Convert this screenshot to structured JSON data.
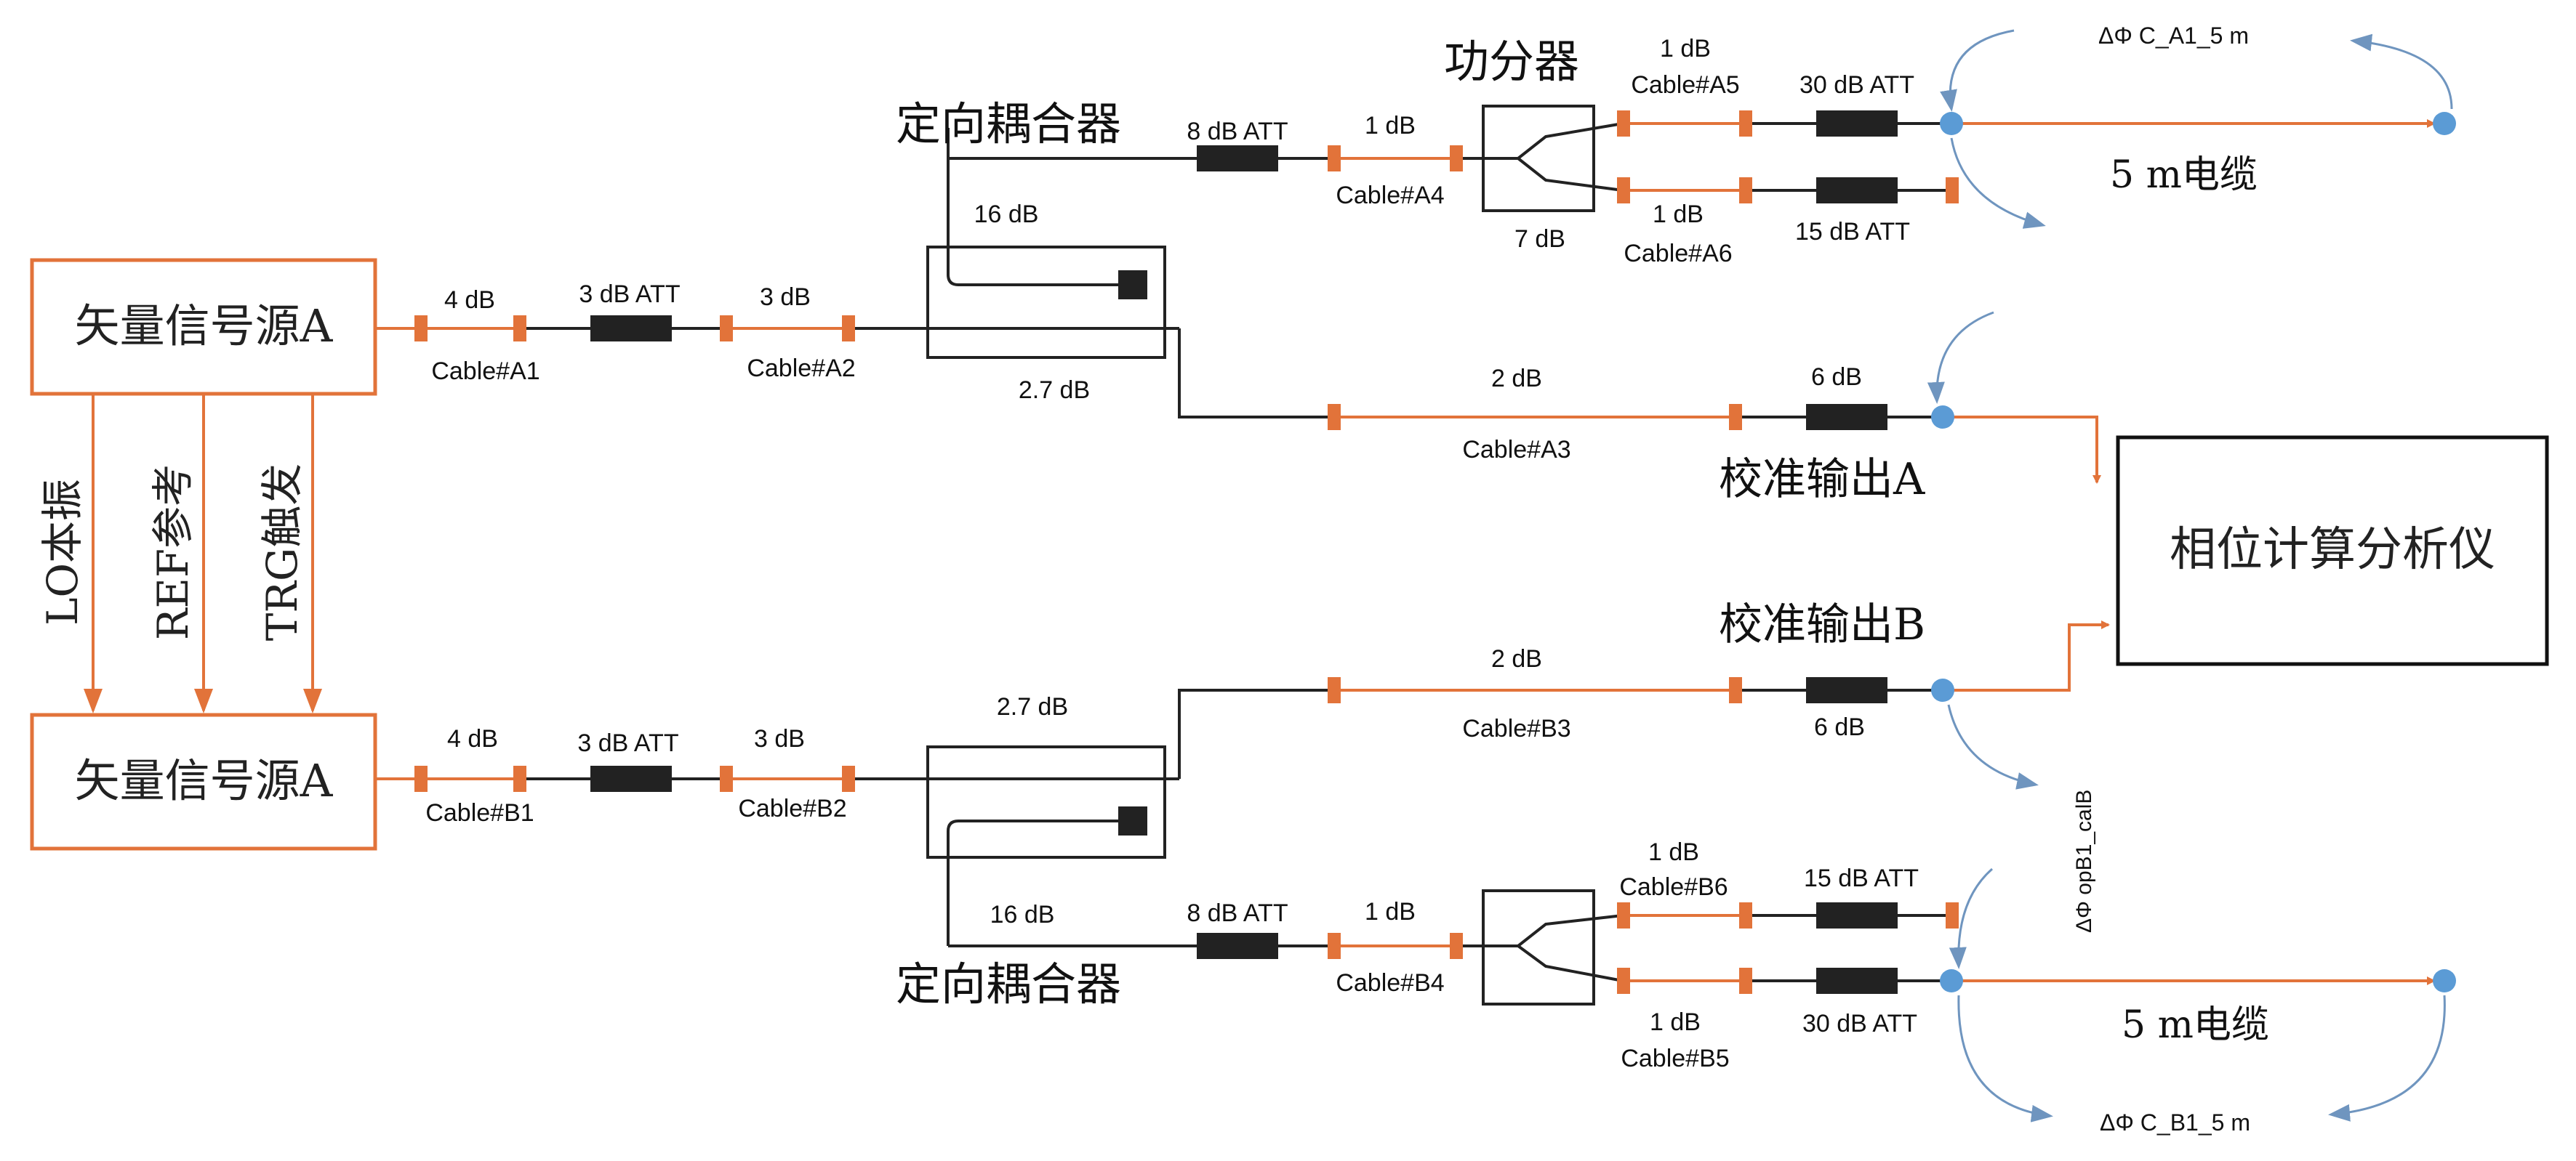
{
  "colors": {
    "orange": "#E2733A",
    "black": "#222222",
    "blue": "#5B9BD5",
    "arrow": "#6F95BF",
    "text": "#111111"
  },
  "instruments": {
    "source_a": "矢量信号源A",
    "source_b": "矢量信号源A",
    "analyzer": "相位计算分析仪"
  },
  "control_lines": {
    "lo": "LO本振",
    "ref": "REF参考",
    "trg": "TRG触发"
  },
  "labels": {
    "coupler": "定向耦合器",
    "splitter": "功分器",
    "cal_out_a": "校准输出A",
    "cal_out_b": "校准输出B",
    "cable_5m": "5 m电缆"
  },
  "path_a": {
    "cable_a1_loss": "4 dB",
    "cable_a1": "Cable#A1",
    "att_3db": "3 dB ATT",
    "cable_a2_loss": "3 dB",
    "cable_a2": "Cable#A2",
    "coupler_coupled": "16 dB",
    "coupler_through": "2.7 dB",
    "att_8db": "8 dB ATT",
    "cable_a4_loss": "1 dB",
    "cable_a4": "Cable#A4",
    "splitter_loss": "7 dB",
    "cable_a5_loss": "1 dB",
    "cable_a5": "Cable#A5",
    "att_30db": "30 dB ATT",
    "cable_a6_loss": "1 dB",
    "cable_a6": "Cable#A6",
    "att_15db": "15 dB ATT",
    "cable_a3_loss": "2 dB",
    "cable_a3": "Cable#A3",
    "att_6db": "6 dB",
    "delta_phi": "ΔΦ C_A1_5 m"
  },
  "path_b": {
    "cable_b1_loss": "4 dB",
    "cable_b1": "Cable#B1",
    "att_3db": "3 dB ATT",
    "cable_b2_loss": "3 dB",
    "cable_b2": "Cable#B2",
    "coupler_through": "2.7 dB",
    "coupler_coupled": "16 dB",
    "cable_b3_loss": "2 dB",
    "cable_b3": "Cable#B3",
    "att_6db": "6 dB",
    "delta_phi_cal": "ΔΦ opB1_calB",
    "att_8db": "8 dB ATT",
    "cable_b4_loss": "1 dB",
    "cable_b4": "Cable#B4",
    "cable_b6_loss": "1 dB",
    "cable_b6": "Cable#B6",
    "att_15db": "15 dB ATT",
    "cable_b5_loss": "1 dB",
    "cable_b5": "Cable#B5",
    "att_30db": "30 dB ATT",
    "delta_phi": "ΔΦ C_B1_5 m"
  }
}
